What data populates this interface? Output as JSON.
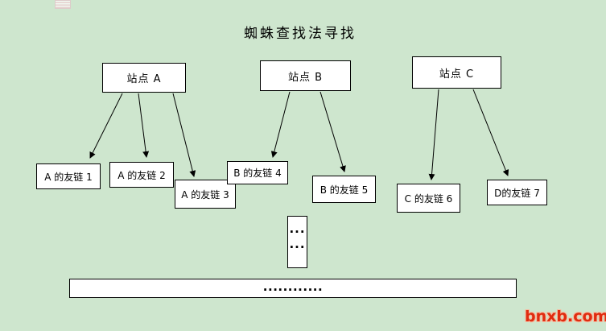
{
  "title": "蜘蛛查找法寻找",
  "colors": {
    "background": "#cee6ce",
    "box_fill": "#ffffff",
    "box_border": "#000000",
    "arrow": "#000000",
    "watermark_red": "#e02c10",
    "watermark_outline": "#f4bda2"
  },
  "sites": [
    {
      "label": "站点 A"
    },
    {
      "label": "站点 B"
    },
    {
      "label": "站点 C"
    }
  ],
  "links": [
    {
      "label": "A 的友链 1"
    },
    {
      "label": "A 的友链 2"
    },
    {
      "label": "A 的友链 3"
    },
    {
      "label": "B 的友链 4"
    },
    {
      "label": "B 的友链 5"
    },
    {
      "label": "C 的友链 6"
    },
    {
      "label": "D的友链 7"
    }
  ],
  "ellipsis_box": {
    "line1": "...",
    "line2": "..."
  },
  "bottom_box": {
    "label": "............"
  },
  "watermark": "bnxb.com",
  "edges": [
    {
      "from": "站点 A",
      "to": "A 的友链 1"
    },
    {
      "from": "站点 A",
      "to": "A 的友链 2"
    },
    {
      "from": "站点 A",
      "to": "A 的友链 3"
    },
    {
      "from": "站点 B",
      "to": "B 的友链 4"
    },
    {
      "from": "站点 B",
      "to": "B 的友链 5"
    },
    {
      "from": "站点 C",
      "to": "C 的友链 6"
    },
    {
      "from": "站点 C",
      "to": "D的友链 7"
    }
  ]
}
